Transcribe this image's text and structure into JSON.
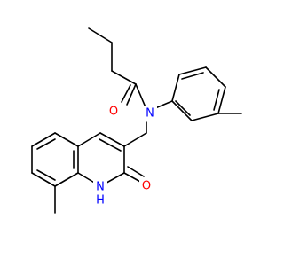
{
  "diagram": {
    "type": "skeletal-formula",
    "background": "#ffffff",
    "bond_color": "#000000",
    "atom_colors": {
      "O": "#ff0000",
      "N": "#0000ff"
    },
    "labels": {
      "oxygen_amide": "O",
      "nitrogen_amide": "N",
      "oxygen_lactam": "O",
      "nitrogen_lactam": "N",
      "nitrogen_lactam_h": "H"
    }
  }
}
